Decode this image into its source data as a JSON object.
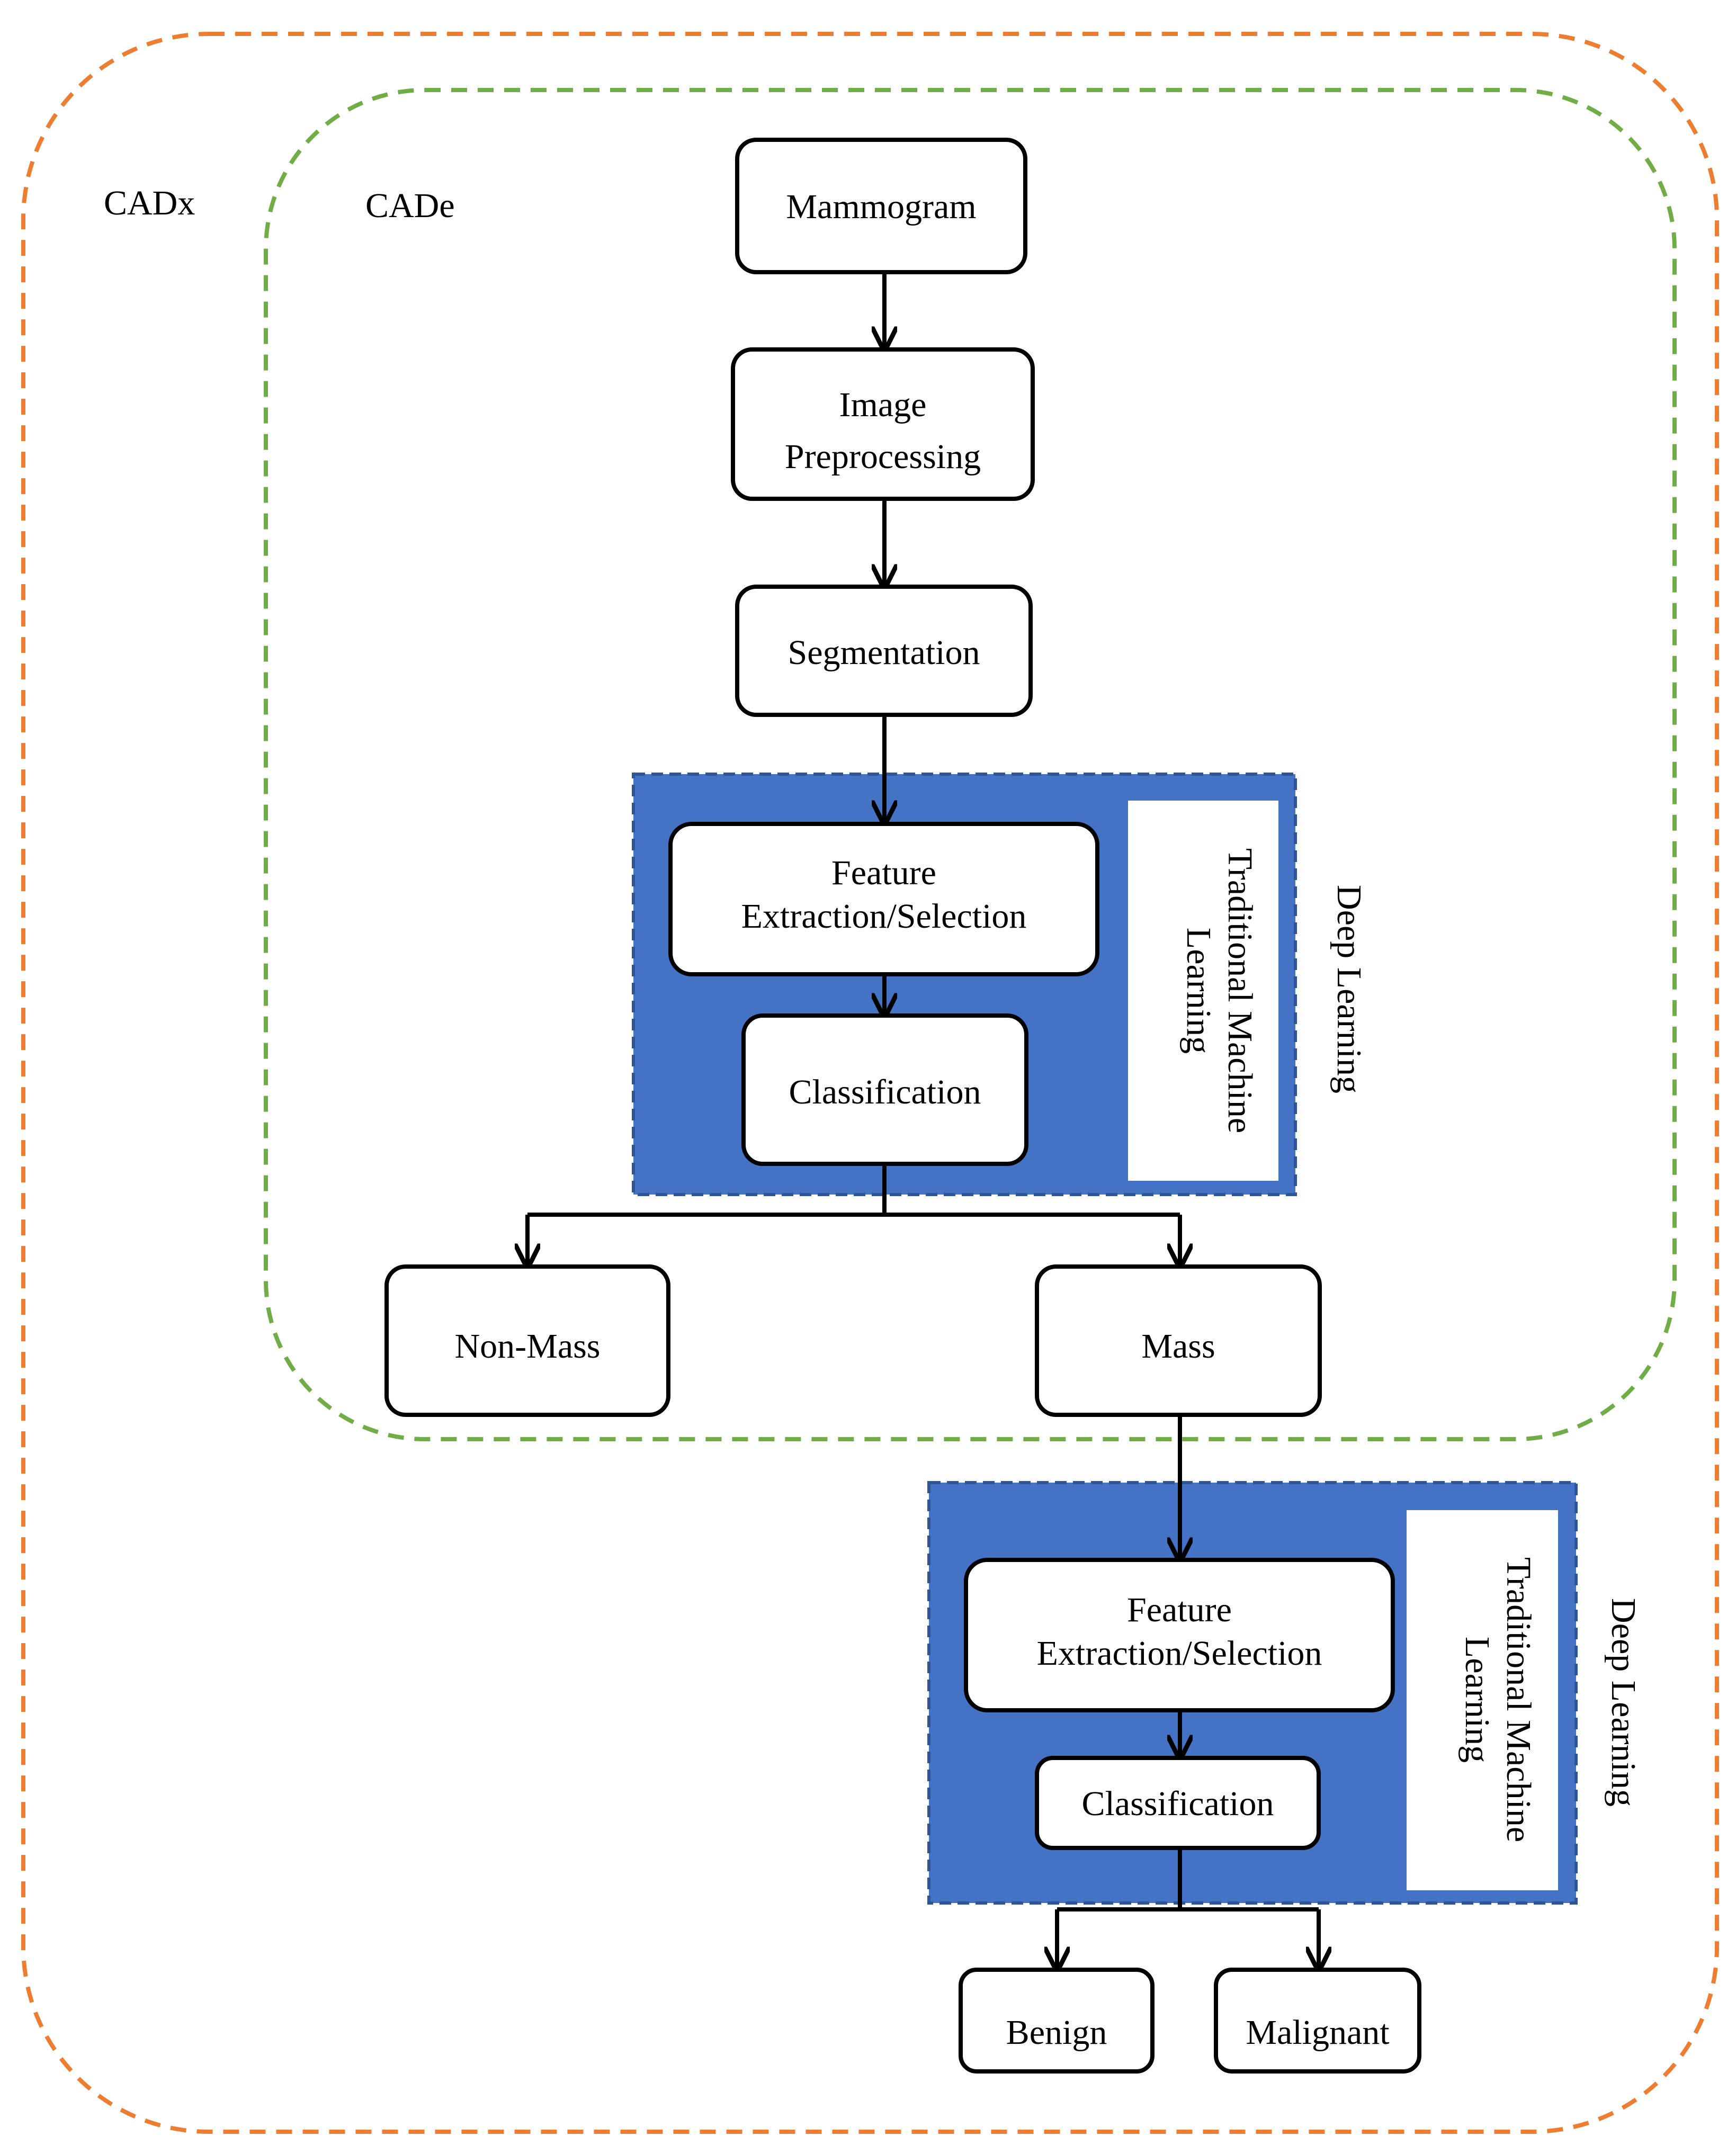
{
  "regions": {
    "cadx": {
      "label": "CADx",
      "color": "#ED7D31"
    },
    "cade": {
      "label": "CADe",
      "color": "#70AD47"
    }
  },
  "nodes": {
    "mammogram": "Mammogram",
    "preprocessing_line1": "Image",
    "preprocessing_line2": "Preprocessing",
    "segmentation": "Segmentation",
    "feature1_line1": "Feature",
    "feature1_line2": "Extraction/Selection",
    "classification1": "Classification",
    "non_mass": "Non-Mass",
    "mass": "Mass",
    "feature2_line1": "Feature",
    "feature2_line2": "Extraction/Selection",
    "classification2": "Classification",
    "benign": "Benign",
    "malignant": "Malignant"
  },
  "panels": {
    "detection": {
      "deep_learning": "Deep Learning",
      "traditional_line1": "Traditional Machine",
      "traditional_line2": "Learning"
    },
    "diagnosis": {
      "deep_learning": "Deep Learning",
      "traditional_line1": "Traditional Machine",
      "traditional_line2": "Learning"
    }
  },
  "colors": {
    "panel_fill": "#4472C4",
    "panel_border": "#2F5597",
    "box_stroke": "#000000",
    "arrow": "#000000"
  }
}
